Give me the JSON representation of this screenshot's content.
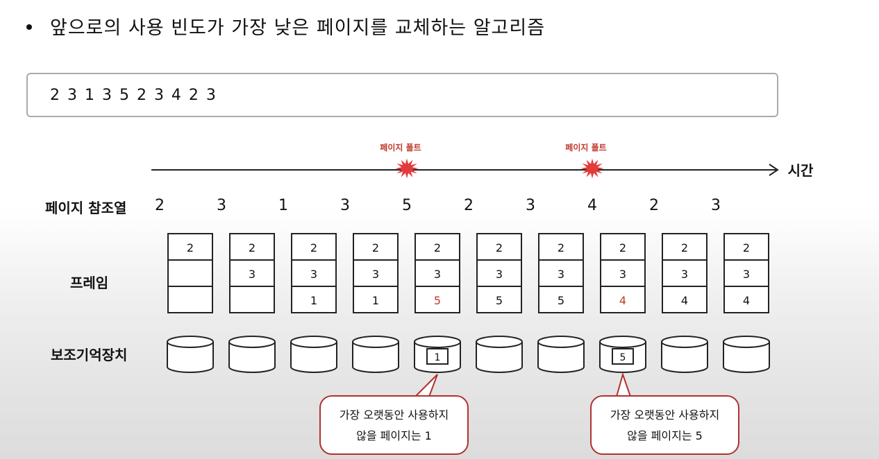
{
  "heading": "앞으로의 사용 빈도가 가장 낮은 페이지를 교체하는 알고리즘",
  "sequence_text": "2 3 1 3 5 2 3 4 2 3",
  "timeline": {
    "label": "시간",
    "fault_label": "페이지 폴트",
    "fault_steps": [
      5,
      8
    ]
  },
  "row_labels": {
    "reference": "페이지 참조열",
    "frames": "프레임",
    "storage": "보조기억장치"
  },
  "references": [
    "2",
    "3",
    "1",
    "3",
    "5",
    "2",
    "3",
    "4",
    "2",
    "3"
  ],
  "frames": [
    [
      "2",
      "",
      ""
    ],
    [
      "2",
      "3",
      ""
    ],
    [
      "2",
      "3",
      "1"
    ],
    [
      "2",
      "3",
      "1"
    ],
    [
      "2",
      "3",
      "5"
    ],
    [
      "2",
      "3",
      "5"
    ],
    [
      "2",
      "3",
      "5"
    ],
    [
      "2",
      "3",
      "4"
    ],
    [
      "2",
      "3",
      "4"
    ],
    [
      "2",
      "3",
      "4"
    ]
  ],
  "highlight_cells": [
    [
      4,
      2
    ],
    [
      7,
      2
    ]
  ],
  "storage_items": [
    "",
    "",
    "",
    "",
    "1",
    "",
    "",
    "5",
    "",
    ""
  ],
  "callouts": [
    {
      "line1": "가장 오랫동안 사용하지",
      "line2": "않을 페이지는 1"
    },
    {
      "line1": "가장 오랫동안 사용하지",
      "line2": "않을 페이지는 5"
    }
  ],
  "colors": {
    "accent": "#c0392b",
    "line": "#222222",
    "callout_border": "#b13030"
  }
}
